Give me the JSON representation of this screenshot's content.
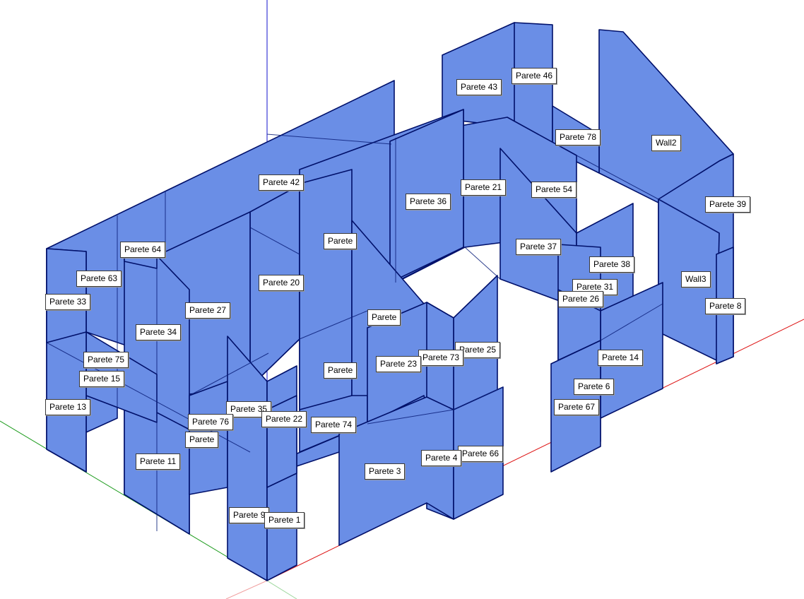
{
  "model": {
    "colors": {
      "wall_fill": "#6a8ee6",
      "wall_edge": "#00106a",
      "inner_line": "#0a1f7a",
      "axis_blue": "#1010cc",
      "axis_red": "#dd1010",
      "axis_green": "#1a9a1a",
      "background": "#ffffff"
    },
    "labels": {
      "p1": "Parete 1",
      "p3": "Parete 3",
      "p4": "Parete 4",
      "p6": "Parete 6",
      "p8": "Parete 8",
      "p9": "Parete 9",
      "p11": "Parete 11",
      "p13": "Parete 13",
      "p14": "Parete 14",
      "p15": "Parete 15",
      "p20": "Parete 20",
      "p21": "Parete 21",
      "p22": "Parete 22",
      "p23": "Parete 23",
      "p25": "Parete 25",
      "p26": "Parete 26",
      "p27": "Parete 27",
      "p31": "Parete 31",
      "p33": "Parete 33",
      "p34": "Parete 34",
      "p35": "Parete 35",
      "p36": "Parete 36",
      "p37": "Parete 37",
      "p38": "Parete 38",
      "p39": "Parete 39",
      "p42": "Parete 42",
      "p43": "Parete 43",
      "p46": "Parete 46",
      "p54": "Parete 54",
      "p63": "Parete 63",
      "p64": "Parete 64",
      "p66": "Parete 66",
      "p67": "Parete 67",
      "p73": "Parete 73",
      "p74": "Parete 74",
      "p75": "Parete 75",
      "p76": "Parete 76",
      "p78": "Parete 78",
      "wall2": "Wall2",
      "wall3": "Wall3",
      "partial_c1": "Parete",
      "partial_c2": "Parete",
      "partial_c3": "Parete",
      "partial_c4": "Parete"
    }
  }
}
